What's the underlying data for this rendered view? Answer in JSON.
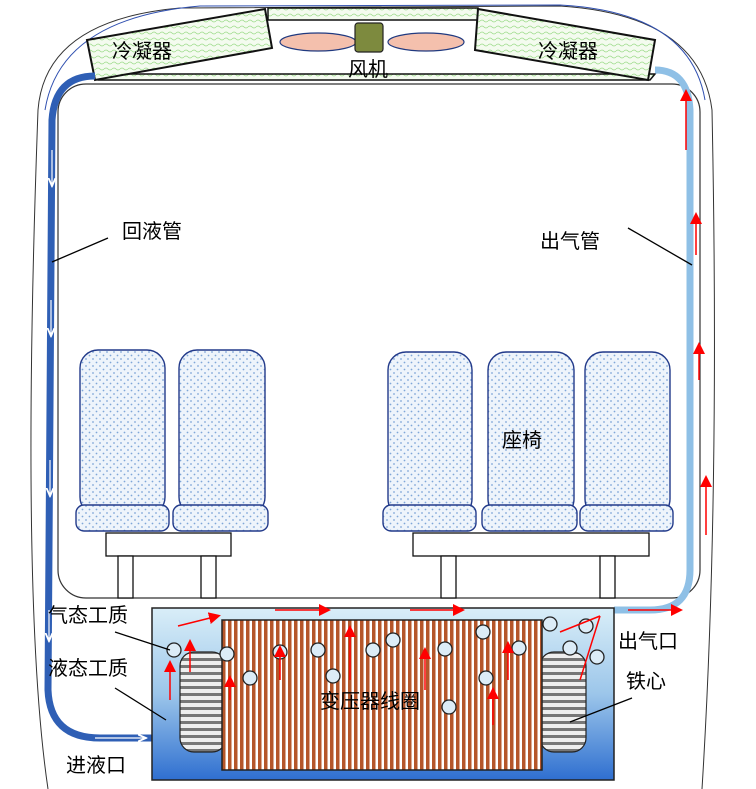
{
  "labels": {
    "condenser_left": "冷凝器",
    "condenser_right": "冷凝器",
    "fan": "风机",
    "return_pipe": "回液管",
    "outlet_pipe": "出气管",
    "seat": "座椅",
    "gas_medium": "气态工质",
    "liquid_medium": "液态工质",
    "liquid_inlet": "进液口",
    "transformer_coil": "变压器线圈",
    "gas_outlet": "出气口",
    "iron_core": "铁心"
  },
  "colors": {
    "return_pipe": "#2f5fb5",
    "outlet_pipe": "#8fc0e6",
    "flow_arrow": "#ff0000",
    "fan_hub": "#7d8a3e",
    "fan_blade": "#f4c0ad",
    "coil": "#b5562a"
  }
}
